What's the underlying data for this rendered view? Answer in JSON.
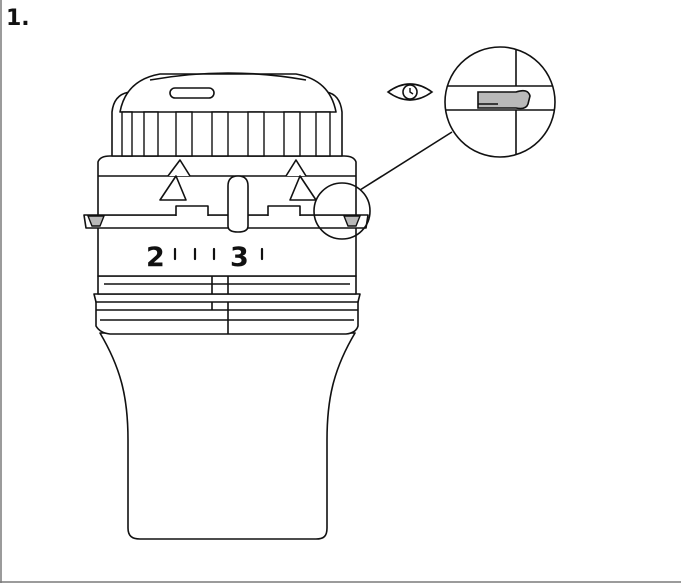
{
  "step": {
    "number": "1."
  },
  "scale": {
    "label_low": "2",
    "label_high": "3",
    "ticks_between": 3
  },
  "colors": {
    "stroke": "#111111",
    "grey": "#b9b9b9",
    "fill": "#ffffff",
    "frame": "#7a7a7a"
  },
  "icons": {
    "eye": "eye-icon",
    "sensor": "clock-sensor-icon"
  }
}
